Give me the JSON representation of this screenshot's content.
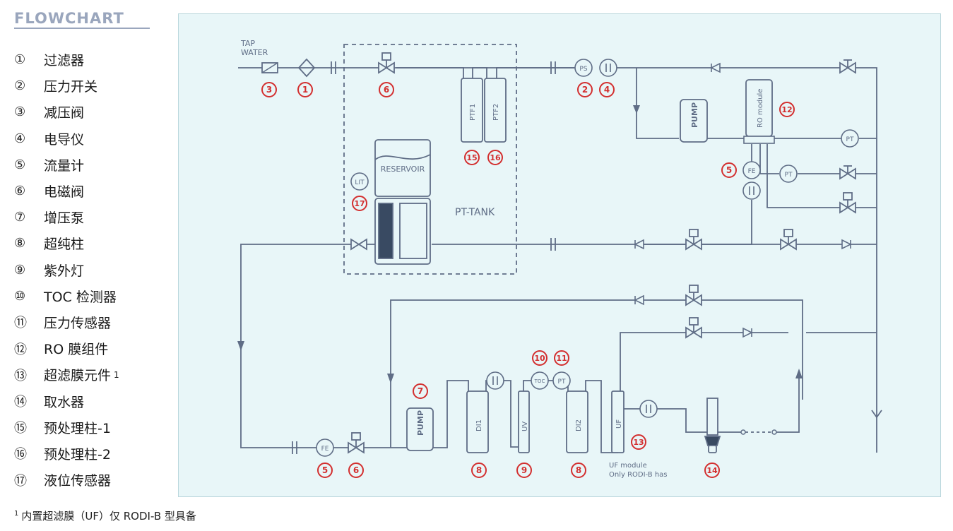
{
  "heading": "FLOWCHART",
  "legend": [
    {
      "num": "①",
      "label": "过滤器"
    },
    {
      "num": "②",
      "label": "压力开关"
    },
    {
      "num": "③",
      "label": "减压阀"
    },
    {
      "num": "④",
      "label": "电导仪"
    },
    {
      "num": "⑤",
      "label": "流量计"
    },
    {
      "num": "⑥",
      "label": "电磁阀"
    },
    {
      "num": "⑦",
      "label": "增压泵"
    },
    {
      "num": "⑧",
      "label": "超纯柱"
    },
    {
      "num": "⑨",
      "label": "紫外灯"
    },
    {
      "num": "⑩",
      "label": "TOC 检测器"
    },
    {
      "num": "⑪",
      "label": "压力传感器"
    },
    {
      "num": "⑫",
      "label": "RO 膜组件"
    },
    {
      "num": "⑬",
      "label": "超滤膜元件",
      "sup": "1"
    },
    {
      "num": "⑭",
      "label": "取水器"
    },
    {
      "num": "⑮",
      "label": "预处理柱-1"
    },
    {
      "num": "⑯",
      "label": "预处理柱-2"
    },
    {
      "num": "⑰",
      "label": "液位传感器"
    }
  ],
  "footnote": {
    "sup": "1",
    "text": "内置超滤膜（UF）仅 RODI-B 型具备"
  },
  "diagram": {
    "tap_water_1": "TAP",
    "tap_water_2": "WATER",
    "pt_tank": "PT-TANK",
    "reservoir": "RESERVOIR",
    "ptf1": "PTF1",
    "ptf2": "PTF2",
    "pump": "PUMP",
    "ro_module": "RO module",
    "di1": "DI1",
    "di2": "DI2",
    "uv": "UV",
    "uf": "UF",
    "uf_note_1": "UF module",
    "uf_note_2": "Only RODI-B has",
    "ps": "PS",
    "pt": "PT",
    "fe": "FE",
    "lit": "LIT",
    "toc": "TOC",
    "markers": {
      "m1": "1",
      "m2": "2",
      "m3": "3",
      "m4": "4",
      "m5": "5",
      "m6": "6",
      "m7": "7",
      "m8": "8",
      "m9": "9",
      "m10": "10",
      "m11": "11",
      "m12": "12",
      "m13": "13",
      "m14": "14",
      "m15": "15",
      "m16": "16",
      "m17": "17"
    }
  },
  "colors": {
    "pipe": "#5f6d86",
    "marker": "#d32f2f",
    "panel": "#e8f6f8"
  }
}
